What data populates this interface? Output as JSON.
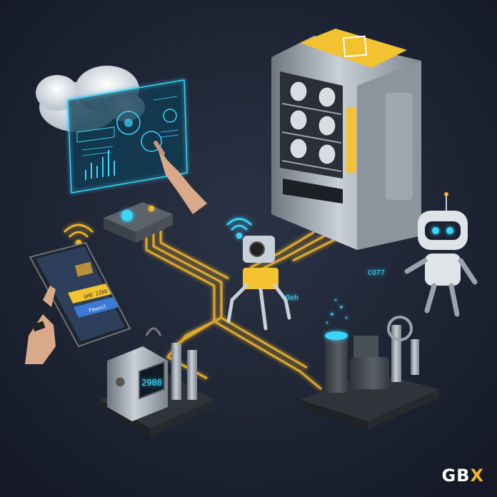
{
  "colors": {
    "background": "#1b2130",
    "wire_glow": "#f2b62c",
    "hologram": "#39d6ff",
    "metal": "#9aa3ad",
    "accent_yellow": "#f2c230"
  },
  "hologram_panel": {
    "icons": [
      "cloud-icon",
      "lock-icon",
      "fingerprint-icon",
      "gear-icon"
    ]
  },
  "phone": {
    "button_primary_label": "GHO 2Z88",
    "button_secondary_label": "Pawsol"
  },
  "meter": {
    "display_value": "2908"
  },
  "robot": {
    "data_stream": "CO77"
  },
  "camera_robot": {
    "data_stream": "Deh"
  },
  "brand": {
    "logo_text_main": "GB",
    "logo_text_accent": "X"
  }
}
